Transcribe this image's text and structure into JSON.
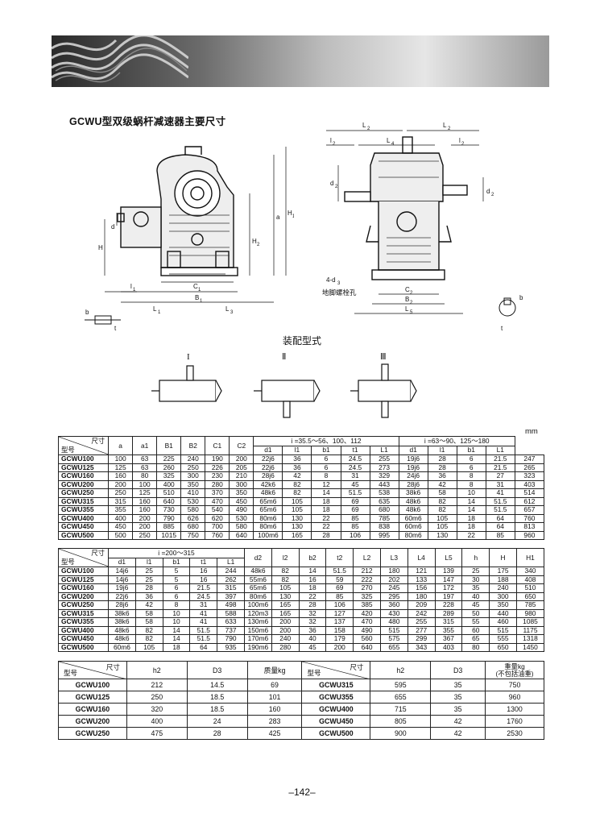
{
  "title": "GCWU型双级蜗杆减速器主要尺寸",
  "drawing_labels": {
    "front": [
      "b1",
      "t1",
      "l1",
      "L1",
      "C1",
      "B1",
      "L3",
      "H",
      "d1",
      "a",
      "H1",
      "H2"
    ],
    "side": [
      "L2",
      "L2",
      "l2",
      "L4",
      "l2",
      "d2",
      "d2",
      "4-d3",
      "地脚螺栓孔",
      "C2",
      "B2",
      "L5",
      "t2",
      "b2"
    ]
  },
  "assembly": {
    "title": "装配型式",
    "types": [
      "I",
      "Ⅱ",
      "Ⅲ"
    ]
  },
  "unit": "mm",
  "table1": {
    "corner_top": "尺寸",
    "corner_bottom": "型号",
    "cols": [
      "a",
      "a1",
      "B1",
      "B2",
      "C1",
      "C2"
    ],
    "group1": "i =35.5～56、100、112",
    "group2": "i =63～90、125～180",
    "sub": [
      "d1",
      "l1",
      "b1",
      "t1",
      "L1",
      "d1",
      "l1",
      "b1",
      "L1"
    ],
    "rows": [
      [
        "GCWU100",
        "100",
        "63",
        "225",
        "240",
        "190",
        "200",
        "22j6",
        "36",
        "6",
        "24.5",
        "255",
        "19j6",
        "28",
        "6",
        "21.5",
        "247"
      ],
      [
        "GCWU125",
        "125",
        "63",
        "260",
        "250",
        "226",
        "205",
        "22j6",
        "36",
        "6",
        "24.5",
        "273",
        "19j6",
        "28",
        "6",
        "21.5",
        "265"
      ],
      [
        "GCWU160",
        "160",
        "80",
        "325",
        "300",
        "230",
        "210",
        "28j6",
        "42",
        "8",
        "31",
        "329",
        "24j6",
        "36",
        "8",
        "27",
        "323"
      ],
      [
        "GCWU200",
        "200",
        "100",
        "400",
        "350",
        "280",
        "300",
        "42k6",
        "82",
        "12",
        "45",
        "443",
        "28j6",
        "42",
        "8",
        "31",
        "403"
      ],
      [
        "GCWU250",
        "250",
        "125",
        "510",
        "410",
        "370",
        "350",
        "48k6",
        "82",
        "14",
        "51.5",
        "538",
        "38k6",
        "58",
        "10",
        "41",
        "514"
      ],
      [
        "GCWU315",
        "315",
        "160",
        "640",
        "530",
        "470",
        "450",
        "65m6",
        "105",
        "18",
        "69",
        "635",
        "48k6",
        "82",
        "14",
        "51.5",
        "612"
      ],
      [
        "GCWU355",
        "355",
        "160",
        "730",
        "580",
        "540",
        "490",
        "65m6",
        "105",
        "18",
        "69",
        "680",
        "48k6",
        "82",
        "14",
        "51.5",
        "657"
      ],
      [
        "GCWU400",
        "400",
        "200",
        "790",
        "626",
        "620",
        "530",
        "80m6",
        "130",
        "22",
        "85",
        "785",
        "60m6",
        "105",
        "18",
        "64",
        "760"
      ],
      [
        "GCWU450",
        "450",
        "200",
        "885",
        "680",
        "700",
        "580",
        "80m6",
        "130",
        "22",
        "85",
        "838",
        "60m6",
        "105",
        "18",
        "64",
        "813"
      ],
      [
        "GCWU500",
        "500",
        "250",
        "1015",
        "750",
        "760",
        "640",
        "100m6",
        "165",
        "28",
        "106",
        "995",
        "80m6",
        "130",
        "22",
        "85",
        "960"
      ]
    ]
  },
  "table2": {
    "corner_top": "尺寸",
    "corner_bottom": "型号",
    "group": "i =200～315",
    "sub": [
      "d1",
      "l1",
      "b1",
      "t1",
      "L1"
    ],
    "cols": [
      "d2",
      "l2",
      "b2",
      "t2",
      "L2",
      "L3",
      "L4",
      "L5",
      "h",
      "H",
      "H1"
    ],
    "rows": [
      [
        "GCWU100",
        "14j6",
        "25",
        "5",
        "16",
        "244",
        "48k6",
        "82",
        "14",
        "51.5",
        "212",
        "180",
        "121",
        "139",
        "25",
        "175",
        "340"
      ],
      [
        "GCWU125",
        "14j6",
        "25",
        "5",
        "16",
        "262",
        "55m6",
        "82",
        "16",
        "59",
        "222",
        "202",
        "133",
        "147",
        "30",
        "188",
        "408"
      ],
      [
        "GCWU160",
        "19j6",
        "28",
        "6",
        "21.5",
        "315",
        "65m6",
        "105",
        "18",
        "69",
        "270",
        "245",
        "156",
        "172",
        "35",
        "240",
        "510"
      ],
      [
        "GCWU200",
        "22j6",
        "36",
        "6",
        "24.5",
        "397",
        "80m6",
        "130",
        "22",
        "85",
        "325",
        "295",
        "180",
        "197",
        "40",
        "300",
        "650"
      ],
      [
        "GCWU250",
        "28j6",
        "42",
        "8",
        "31",
        "498",
        "100m6",
        "165",
        "28",
        "106",
        "385",
        "360",
        "209",
        "228",
        "45",
        "350",
        "785"
      ],
      [
        "GCWU315",
        "38k6",
        "58",
        "10",
        "41",
        "588",
        "120m3",
        "165",
        "32",
        "127",
        "420",
        "430",
        "242",
        "289",
        "50",
        "440",
        "980"
      ],
      [
        "GCWU355",
        "38k6",
        "58",
        "10",
        "41",
        "633",
        "130m6",
        "200",
        "32",
        "137",
        "470",
        "480",
        "255",
        "315",
        "55",
        "460",
        "1085"
      ],
      [
        "GCWU400",
        "48k6",
        "82",
        "14",
        "51.5",
        "737",
        "150m6",
        "200",
        "36",
        "158",
        "490",
        "515",
        "277",
        "355",
        "60",
        "515",
        "1175"
      ],
      [
        "GCWU450",
        "48k6",
        "82",
        "14",
        "51.5",
        "790",
        "170m6",
        "240",
        "40",
        "179",
        "560",
        "575",
        "299",
        "367",
        "65",
        "555",
        "1318"
      ],
      [
        "GCWU500",
        "60m6",
        "105",
        "18",
        "64",
        "935",
        "190m6",
        "280",
        "45",
        "200",
        "640",
        "655",
        "343",
        "403",
        "80",
        "650",
        "1450"
      ]
    ]
  },
  "table3": {
    "corner_top": "尺寸",
    "corner_bottom": "型号",
    "cols_left": [
      "h2",
      "D3",
      "质量kg"
    ],
    "cols_right": [
      "h2",
      "D3",
      "重量kg\n(不包括油重)"
    ],
    "rows": [
      [
        "GCWU100",
        "212",
        "14.5",
        "69",
        "GCWU315",
        "595",
        "35",
        "750"
      ],
      [
        "GCWU125",
        "250",
        "18.5",
        "101",
        "GCWU355",
        "655",
        "35",
        "960"
      ],
      [
        "GCWU160",
        "320",
        "18.5",
        "160",
        "GCWU400",
        "715",
        "35",
        "1300"
      ],
      [
        "GCWU200",
        "400",
        "24",
        "283",
        "GCWU450",
        "805",
        "42",
        "1760"
      ],
      [
        "GCWU250",
        "475",
        "28",
        "425",
        "GCWU500",
        "900",
        "42",
        "2530"
      ]
    ]
  },
  "page_number": "–142–"
}
